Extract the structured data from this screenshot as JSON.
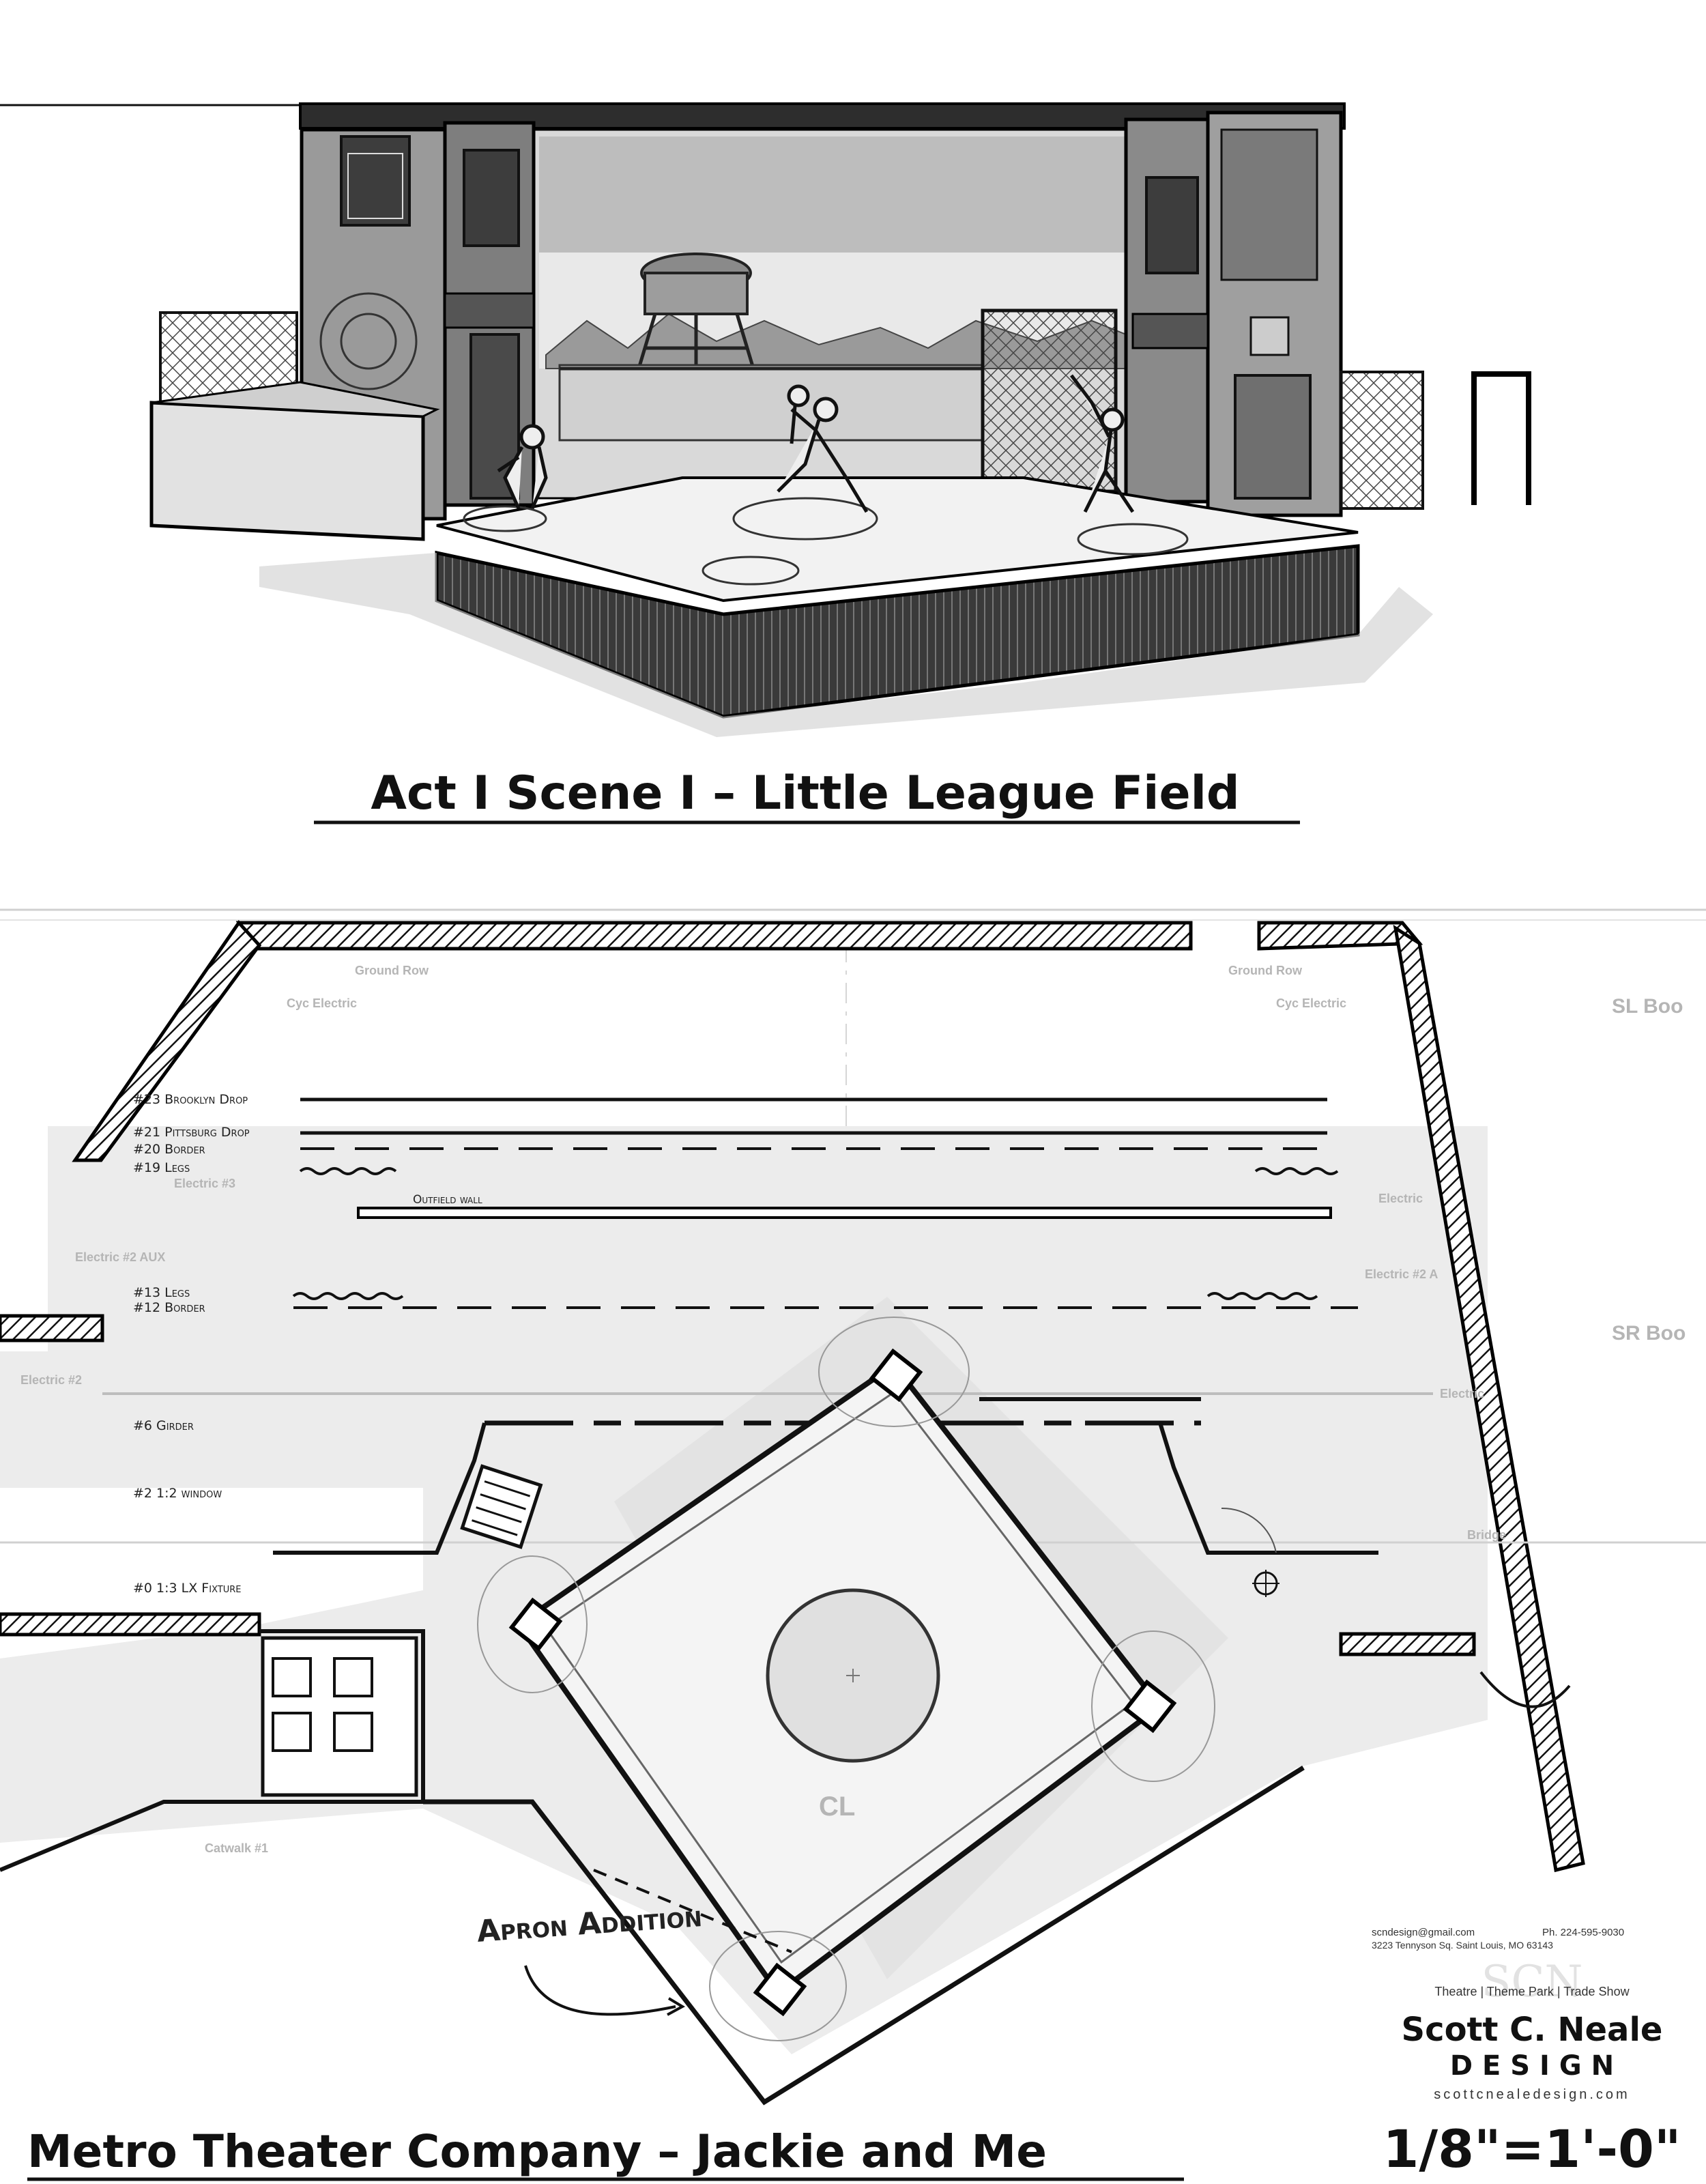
{
  "sketch": {
    "title": "Act I Scene I – Little League Field"
  },
  "groundplan": {
    "flyline_labels": [
      "#23 Brooklyn Drop",
      "#21 Pittsburg Drop",
      "#20 Border",
      "#19 Legs",
      "#13 Legs",
      "#12 Border",
      "#6 Girder",
      "#2 1:2 window",
      "#0 1:3 LX Fixture"
    ],
    "scenery_labels": {
      "outfield_wall": "Outfield wall",
      "apron_note": "Apron Addition"
    },
    "faint_labels": {
      "ground_row_left": "Ground Row",
      "ground_row_right": "Ground Row",
      "cyc_electric_left": "Cyc Electric",
      "cyc_electric_right": "Cyc Electric",
      "electric3": "Electric #3",
      "electric_right": "Electric",
      "electric2_aux_left": "Electric #2 AUX",
      "electric2_aux_right": "Electric #2 A",
      "electric2": "Electric #2",
      "electric_right2": "Electric",
      "bridge": "Bridge",
      "catwalk": "Catwalk #1",
      "sl_boom": "SL Boo",
      "sr_boom": "SR Boo",
      "centerline": "CL"
    }
  },
  "title_block": {
    "email": "scndesign@gmail.com",
    "phone": "Ph. 224-595-9030",
    "address": "3223 Tennyson Sq. Saint Louis, MO 63143",
    "tagline": "Theatre | Theme Park | Trade Show",
    "name": "Scott C. Neale",
    "design": "D E S I G N",
    "website": "scottcnealedesign.com",
    "scale": "1/8\"=1'-0\""
  },
  "footer": {
    "production": "Metro Theater Company – Jackie and Me"
  }
}
